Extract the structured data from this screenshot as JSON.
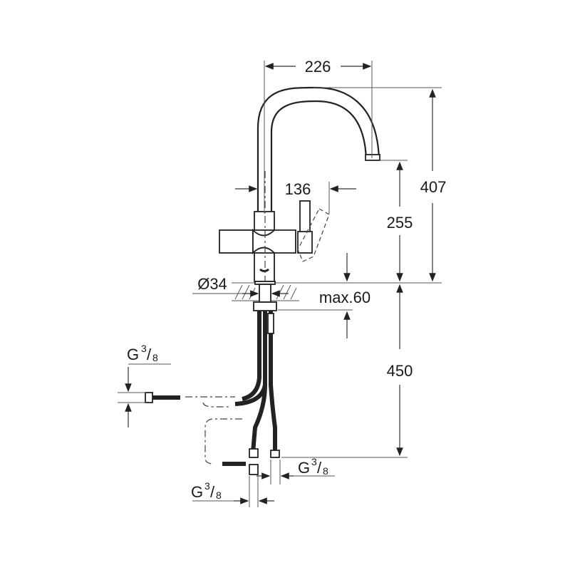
{
  "drawing": {
    "title": "Kitchen faucet dimension drawing",
    "units": "mm",
    "colors": {
      "line": "#222222",
      "background": "#ffffff"
    },
    "dimensions": {
      "spout_reach": "226",
      "overall_height": "407",
      "spout_outlet_height": "255",
      "lever_offset": "136",
      "mounting_hole_diameter": "Ø34",
      "max_deck_thickness": "max.60",
      "hose_length": "450"
    },
    "connections": {
      "side_outlet": {
        "prefix": "G",
        "num": "3",
        "den": "8"
      },
      "right_inlet": {
        "prefix": "G",
        "num": "3",
        "den": "8"
      },
      "left_inlet": {
        "prefix": "G",
        "num": "3",
        "den": "8"
      }
    }
  }
}
